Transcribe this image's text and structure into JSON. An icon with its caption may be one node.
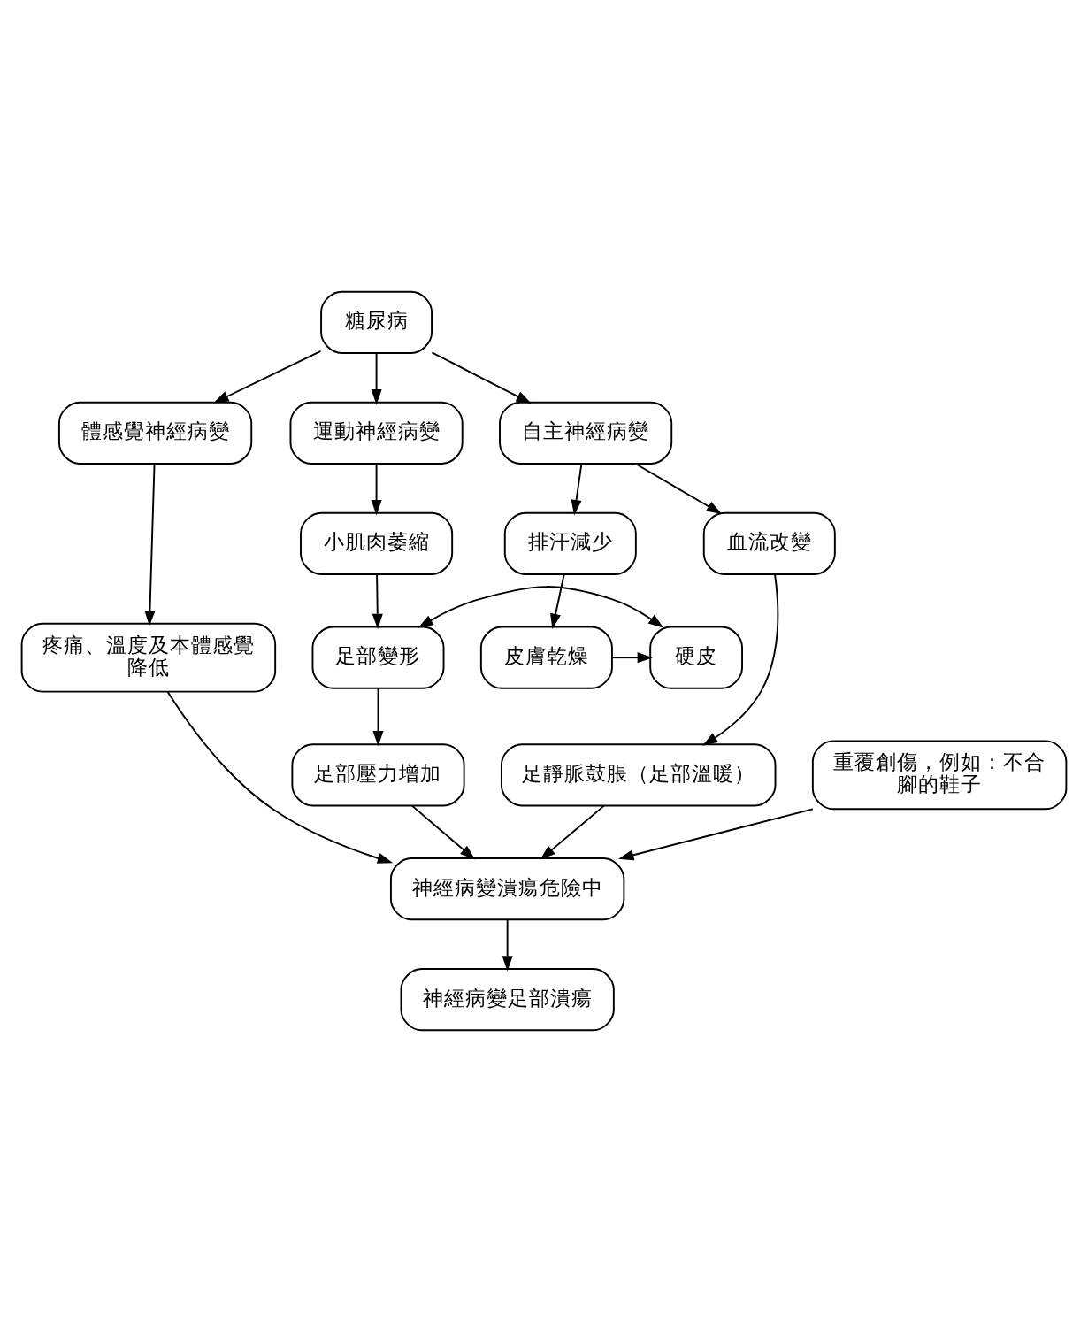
{
  "diagram": {
    "nodes": [
      {
        "text": [
          "糖尿病"
        ]
      },
      {
        "text": [
          "體感覺神經病變"
        ]
      },
      {
        "text": [
          "運動神經病變"
        ]
      },
      {
        "text": [
          "自主神經病變"
        ]
      },
      {
        "text": [
          "疼痛、溫度及本體感覺降低"
        ]
      },
      {
        "text": [
          "小肌肉萎縮"
        ]
      },
      {
        "text": [
          "排汗減少"
        ]
      },
      {
        "text": [
          "血流改變"
        ]
      },
      {
        "text": [
          "足部變形"
        ]
      },
      {
        "text": [
          "硬皮"
        ]
      },
      {
        "text": [
          "皮膚乾燥"
        ]
      },
      {
        "text": [
          "足部壓力增加"
        ]
      },
      {
        "text": [
          "足靜脈鼓脹（足部溫暖）"
        ]
      },
      {
        "text": [
          "重覆創傷，例如：不合腳的鞋子"
        ]
      },
      {
        "text": [
          "神經病變潰瘍危險中"
        ]
      },
      {
        "text": [
          "神經病變足部潰瘍"
        ]
      }
    ],
    "edges": [
      {
        "from": 0,
        "to": 1,
        "arrow": "to"
      },
      {
        "from": 0,
        "to": 2,
        "arrow": "to"
      },
      {
        "from": 0,
        "to": 3,
        "arrow": "to"
      },
      {
        "from": 1,
        "to": 4,
        "arrow": "to"
      },
      {
        "from": 2,
        "to": 5,
        "arrow": "to"
      },
      {
        "from": 3,
        "to": 6,
        "arrow": "to"
      },
      {
        "from": 3,
        "to": 7,
        "arrow": "to"
      },
      {
        "from": 5,
        "to": 8,
        "arrow": "to"
      },
      {
        "from": 6,
        "to": 10,
        "arrow": "to"
      },
      {
        "from": 10,
        "to": 9,
        "arrow": "to"
      },
      {
        "from": 8,
        "to": 9,
        "arrow": "both"
      },
      {
        "from": 8,
        "to": 11,
        "arrow": "to"
      },
      {
        "from": 7,
        "to": 12,
        "arrow": "to"
      },
      {
        "from": 4,
        "to": 14,
        "arrow": "to"
      },
      {
        "from": 11,
        "to": 14,
        "arrow": "to"
      },
      {
        "from": 13,
        "to": 14,
        "arrow": "to"
      },
      {
        "from": 12,
        "to": 14,
        "arrow": "to"
      },
      {
        "from": 14,
        "to": 15,
        "arrow": "to"
      }
    ]
  }
}
